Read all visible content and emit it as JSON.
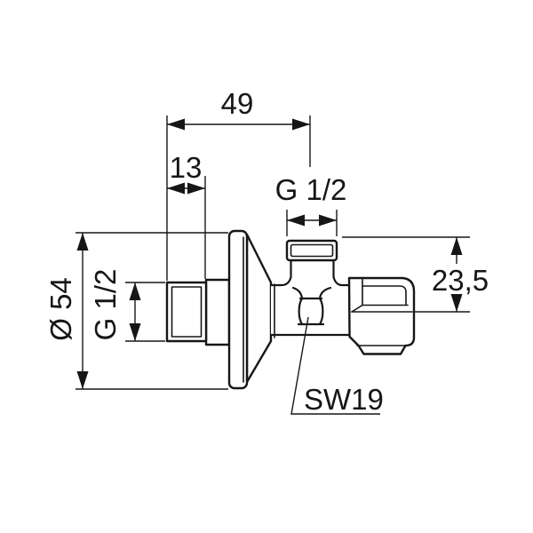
{
  "drawing": {
    "component": "angle-valve-technical-drawing",
    "colors": {
      "line": "#161616",
      "background": "#ffffff"
    },
    "labels": {
      "width_total": "49",
      "inlet_thread_length": "13",
      "outlet_thread_size": "G 1/2",
      "flange_diameter": "Ø 54",
      "inlet_thread_size": "G 1/2",
      "outlet_height": "23,5",
      "wrench_size": "SW19"
    }
  }
}
